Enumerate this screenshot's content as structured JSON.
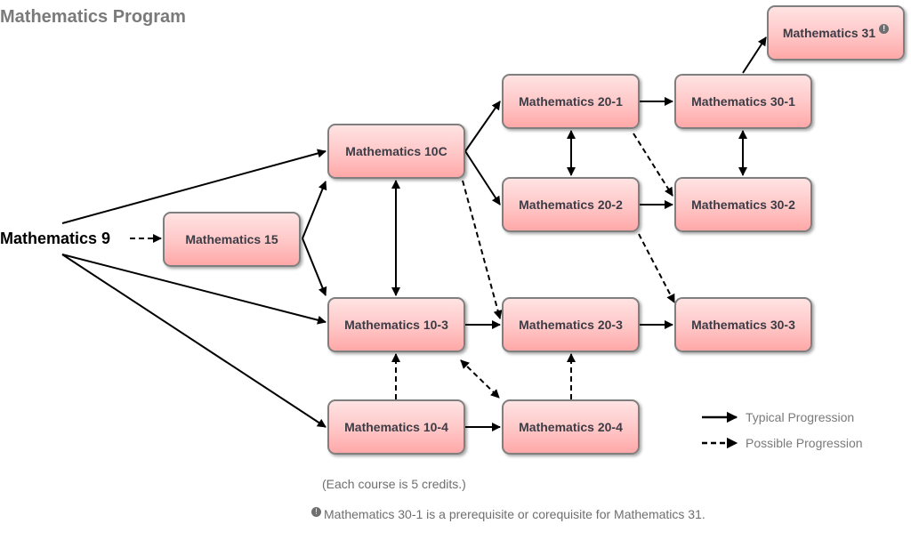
{
  "title": "Mathematics Program",
  "start_course": "Mathematics 9",
  "courses": {
    "m10c": "Mathematics 10C",
    "m15": "Mathematics 15",
    "m103": "Mathematics 10-3",
    "m104": "Mathematics 10-4",
    "m201": "Mathematics 20-1",
    "m202": "Mathematics 20-2",
    "m203": "Mathematics 20-3",
    "m204": "Mathematics 20-4",
    "m301": "Mathematics 30-1",
    "m302": "Mathematics 30-2",
    "m303": "Mathematics 30-3",
    "m31": "Mathematics 31"
  },
  "info_icon_glyph": "!",
  "edges": [
    {
      "from": "m9",
      "to": "m10c",
      "type": "typical"
    },
    {
      "from": "m9",
      "to": "m15",
      "type": "possible"
    },
    {
      "from": "m9",
      "to": "m103",
      "type": "typical"
    },
    {
      "from": "m9",
      "to": "m104",
      "type": "typical"
    },
    {
      "from": "m15",
      "to": "m10c",
      "type": "typical"
    },
    {
      "from": "m15",
      "to": "m103",
      "type": "typical"
    },
    {
      "from": "m10c",
      "to": "m103",
      "type": "typical",
      "bidirectional": true
    },
    {
      "from": "m10c",
      "to": "m201",
      "type": "typical"
    },
    {
      "from": "m10c",
      "to": "m202",
      "type": "typical"
    },
    {
      "from": "m10c",
      "to": "m203",
      "type": "possible"
    },
    {
      "from": "m103",
      "to": "m203",
      "type": "typical"
    },
    {
      "from": "m104",
      "to": "m103",
      "type": "possible"
    },
    {
      "from": "m104",
      "to": "m204",
      "type": "typical"
    },
    {
      "from": "m103",
      "to": "m204",
      "type": "possible",
      "bidirectional": true
    },
    {
      "from": "m204",
      "to": "m203",
      "type": "possible"
    },
    {
      "from": "m201",
      "to": "m202",
      "type": "typical",
      "bidirectional": true
    },
    {
      "from": "m201",
      "to": "m301",
      "type": "typical"
    },
    {
      "from": "m201",
      "to": "m302",
      "type": "possible"
    },
    {
      "from": "m202",
      "to": "m302",
      "type": "typical"
    },
    {
      "from": "m202",
      "to": "m303",
      "type": "possible"
    },
    {
      "from": "m203",
      "to": "m303",
      "type": "typical"
    },
    {
      "from": "m301",
      "to": "m302",
      "type": "typical",
      "bidirectional": true
    },
    {
      "from": "m301",
      "to": "m31",
      "type": "typical"
    }
  ],
  "legend": {
    "typical": "Typical Progression",
    "possible": "Possible Progression"
  },
  "notes": {
    "credits": "(Each course is 5 credits.)",
    "footnote": "Mathematics 30-1 is a prerequisite or corequisite for Mathematics 31."
  }
}
